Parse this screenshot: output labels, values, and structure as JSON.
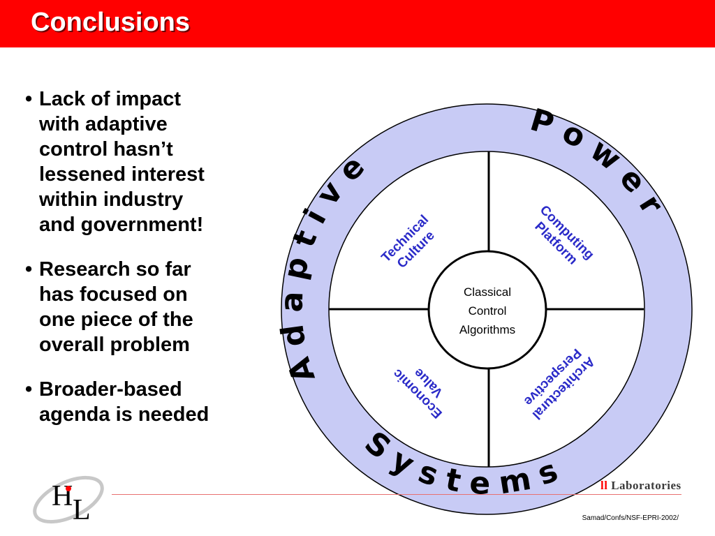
{
  "header": {
    "title": "Conclusions"
  },
  "bullets": [
    {
      "mark": "•",
      "text": "Lack of impact\nwith adaptive\ncontrol hasn’t\nlessened interest\nwithin industry\nand government!"
    },
    {
      "mark": "•",
      "text": "Research so far\nhas focused  on\none piece of the\noverall problem"
    },
    {
      "mark": "•",
      "text": "Broader-based\nagenda is needed"
    }
  ],
  "diagram": {
    "ring_words": {
      "left": "A d a p t i v e",
      "right": "P o w e r",
      "bottom": "S y s t e m s"
    },
    "center": [
      "Classical",
      "Control",
      "Algorithms"
    ],
    "quadrants": {
      "top_left": [
        "Technical",
        "Culture"
      ],
      "top_right": [
        "Computing",
        "Platform"
      ],
      "bottom_left": [
        "Economic",
        "Value"
      ],
      "bottom_right": [
        "Architectural",
        "Perspective"
      ]
    },
    "colors": {
      "ring": "#c8cbf5",
      "quadrant_text": "#2a2ac8",
      "outline": "#000000"
    }
  },
  "footer": {
    "brand_accent": "ll",
    "brand_rest": " Laboratories",
    "citation": "Samad/Confs/NSF-EPRI-2002/",
    "logo_letters": [
      "H",
      "L"
    ]
  }
}
